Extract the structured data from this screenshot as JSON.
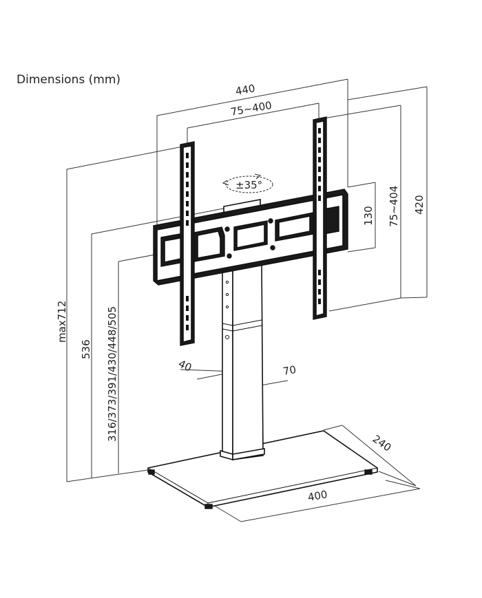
{
  "title": "Dimensions (mm)",
  "labels": {
    "width_440": "440",
    "vesa_h": "75~400",
    "rotation": "±35°",
    "d130": "130",
    "vesa_v": "75~404",
    "d420": "420",
    "max_height": "max712",
    "d536": "536",
    "heights": "316/373/391/430/448/505",
    "d40": "40",
    "d70": "70",
    "depth_240": "240",
    "width_400": "400"
  }
}
